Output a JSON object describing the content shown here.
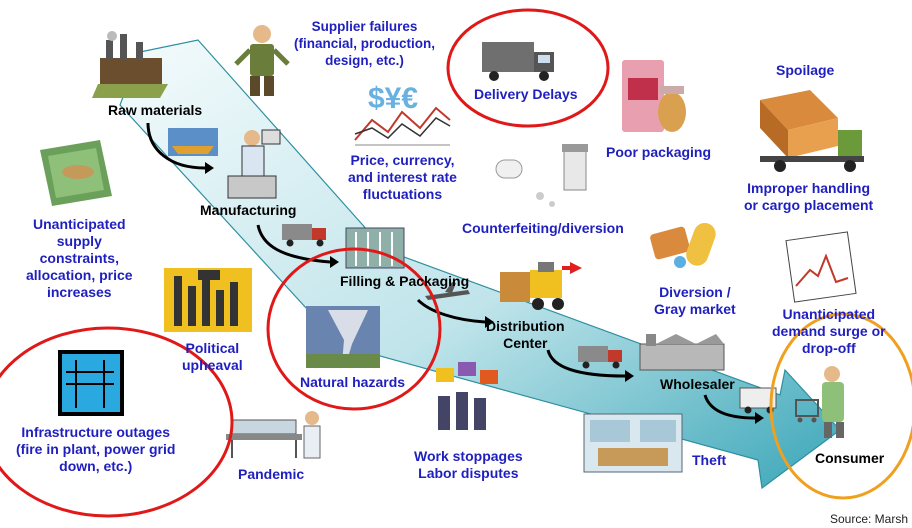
{
  "stages": {
    "raw_materials": "Raw materials",
    "manufacturing": "Manufacturing",
    "filling_packaging": "Filling & Packaging",
    "distribution_center": "Distribution\nCenter",
    "wholesaler": "Wholesaler",
    "consumer": "Consumer"
  },
  "risks": {
    "supplier_failures": "Supplier failures\n(financial, production,\ndesign, etc.)",
    "delivery_delays": "Delivery Delays",
    "spoilage": "Spoilage",
    "price_currency": "Price, currency,\nand interest rate\nfluctuations",
    "poor_packaging": "Poor packaging",
    "improper_handling": "Improper handling\nor cargo placement",
    "supply_constraints": "Unanticipated\nsupply\nconstraints,\nallocation, price\nincreases",
    "counterfeiting": "Counterfeiting/diversion",
    "diversion_gray": "Diversion /\nGray market",
    "demand_surge": "Unanticipated\ndemand surge or\ndrop-off",
    "political_upheaval": "Political\nupheaval",
    "natural_hazards": "Natural hazards",
    "infrastructure_outages": "Infrastructure outages\n(fire in plant, power grid\ndown, etc.)",
    "pandemic": "Pandemic",
    "work_stoppages": "Work stoppages\nLabor disputes",
    "theft": "Theft"
  },
  "source": "Source: Marsh",
  "colors": {
    "risk_text": "#1f1fbf",
    "highlight_red": "#e01818",
    "highlight_orange": "#f0a020",
    "arrow_light": "#e8f6f8",
    "arrow_dark": "#3aa6b8"
  }
}
